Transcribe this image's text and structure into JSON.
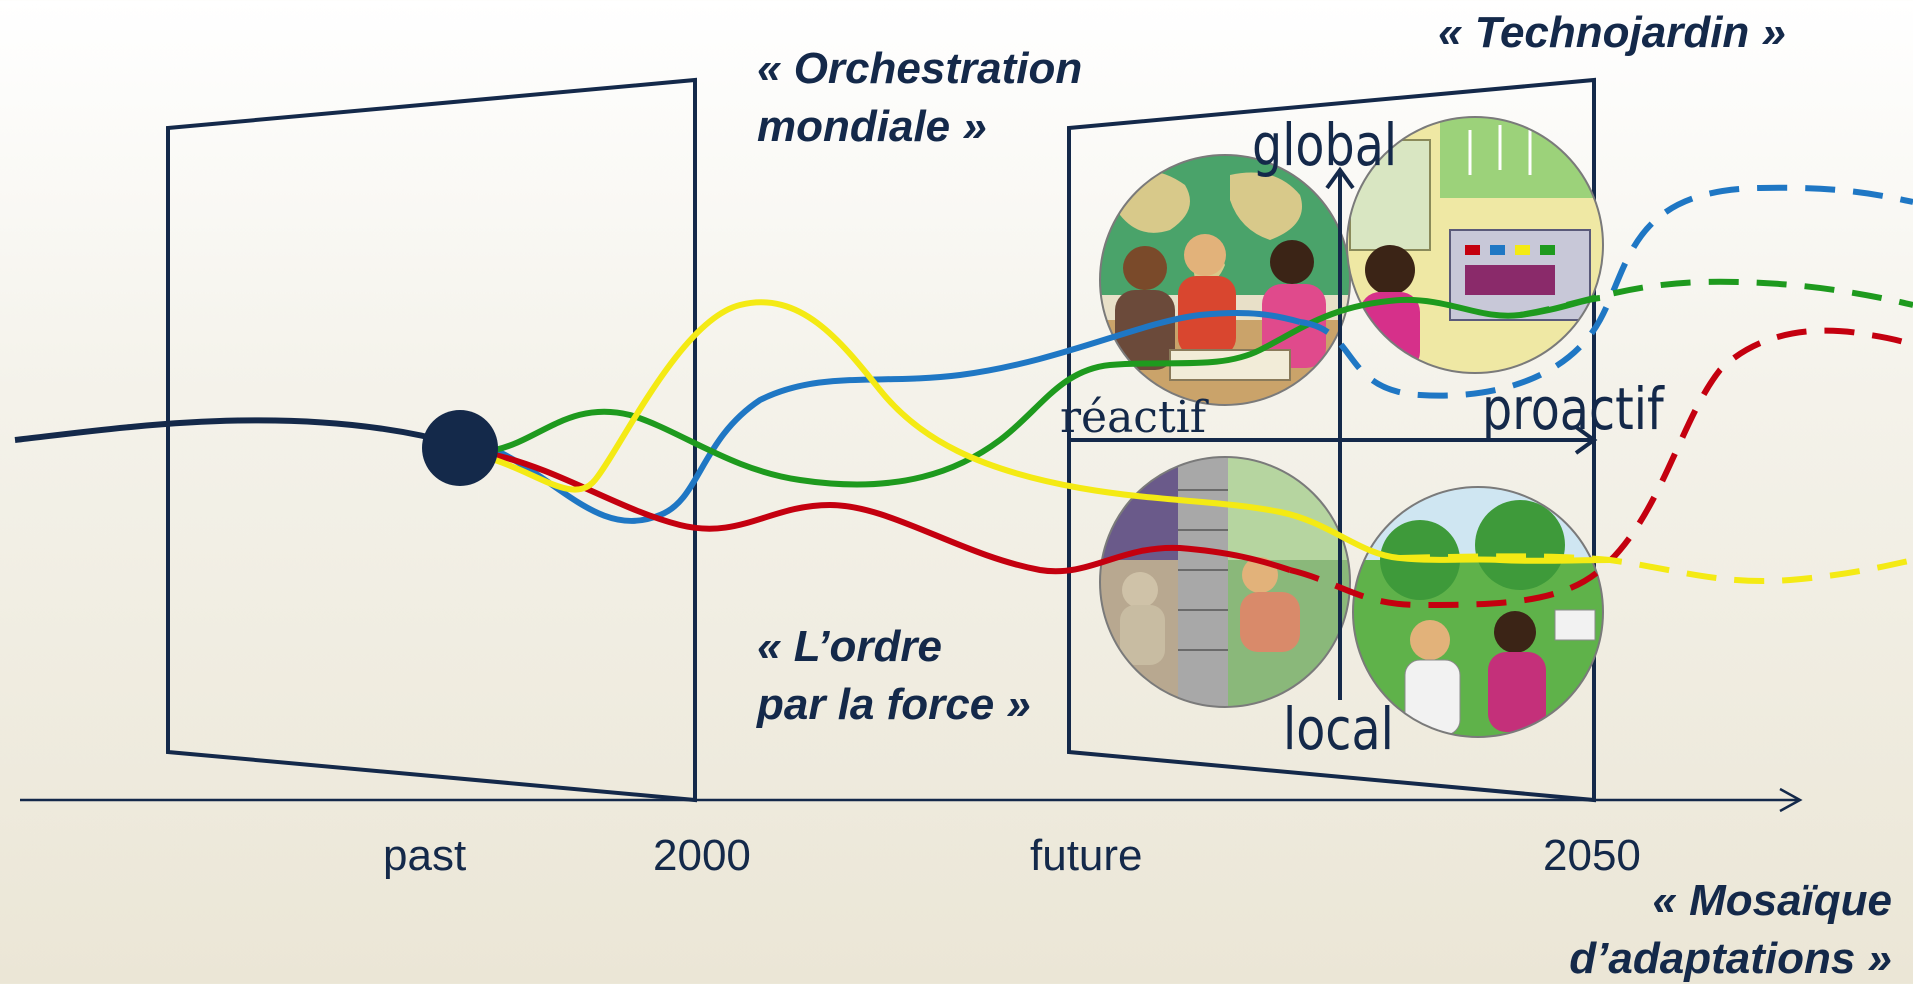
{
  "timeline": {
    "past_label": "past",
    "year_start_label": "2000",
    "future_label": "future",
    "year_end_label": "2050"
  },
  "quadrant": {
    "axis_top": "global",
    "axis_bottom": "local",
    "axis_left": "réactif",
    "axis_right": "proactif"
  },
  "scenarios": {
    "orchestration": {
      "line1": "« Orchestration",
      "line2": "mondiale »",
      "color": "#1f77c4"
    },
    "technojardin": {
      "line1": "« Technojardin »",
      "color": "#1e9a1e"
    },
    "ordre": {
      "line1": "« L’ordre",
      "line2": "par la force »",
      "color": "#c4000f"
    },
    "mosaique": {
      "line1": "« Mosaïque",
      "line2": "d’adaptations »",
      "color": "#f4ea14"
    }
  },
  "colors": {
    "ink": "#14294a",
    "origin_dot": "#14294a"
  },
  "illustrations": [
    "world-map-meeting-illustration",
    "control-room-wind-farm-illustration",
    "divided-wall-rich-poor-illustration",
    "community-garden-illustration"
  ]
}
